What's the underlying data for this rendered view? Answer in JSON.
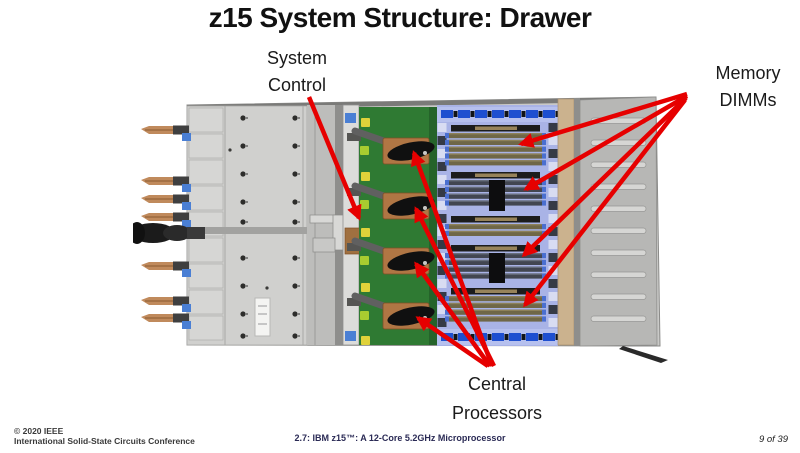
{
  "slide": {
    "title": "z15 System Structure: Drawer",
    "annotations": {
      "system_control": {
        "line1": "System",
        "line2": "Control"
      },
      "memory_dimms": {
        "line1": "Memory",
        "line2": "DIMMs"
      },
      "central_processors": {
        "line1": "Central",
        "line2": "Processors"
      }
    },
    "footer": {
      "copyright_line1": "© 2020 IEEE",
      "copyright_line2": "International Solid-State Circuits Conference",
      "paper_title": "2.7: IBM z15™: A 12-Core 5.2GHz Microprocessor",
      "page_indicator": "9 of 39"
    },
    "colors": {
      "arrow_red": "#e60000",
      "pcb_green": "#2f7a33",
      "dimm_blue": "#a9b3e6",
      "chassis_gray": "#c9c9c7",
      "copper": "#b07644",
      "footer_navy": "#2a2a55"
    }
  }
}
